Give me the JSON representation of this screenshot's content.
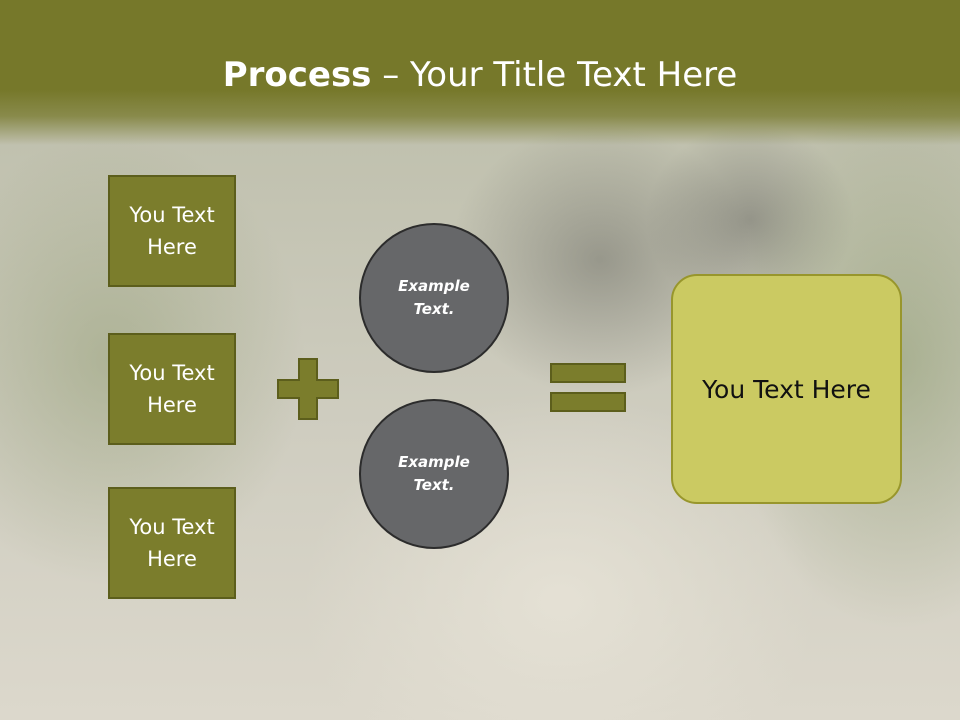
{
  "slide": {
    "title_bold": "Process",
    "title_rest": " – Your Title Text Here",
    "left_boxes": [
      {
        "label": "You Text Here"
      },
      {
        "label": "You Text Here"
      },
      {
        "label": "You Text Here"
      }
    ],
    "circles": [
      {
        "label": "Example Text."
      },
      {
        "label": "Example Text."
      }
    ],
    "result": {
      "label": "You Text Here"
    },
    "icons": {
      "plus": "plus-icon",
      "equals": "equals-icon"
    },
    "colors": {
      "header": "#76782a",
      "box_fill": "#7b7d2c",
      "circle_fill": "#666769",
      "result_fill": "#cbca62"
    }
  }
}
